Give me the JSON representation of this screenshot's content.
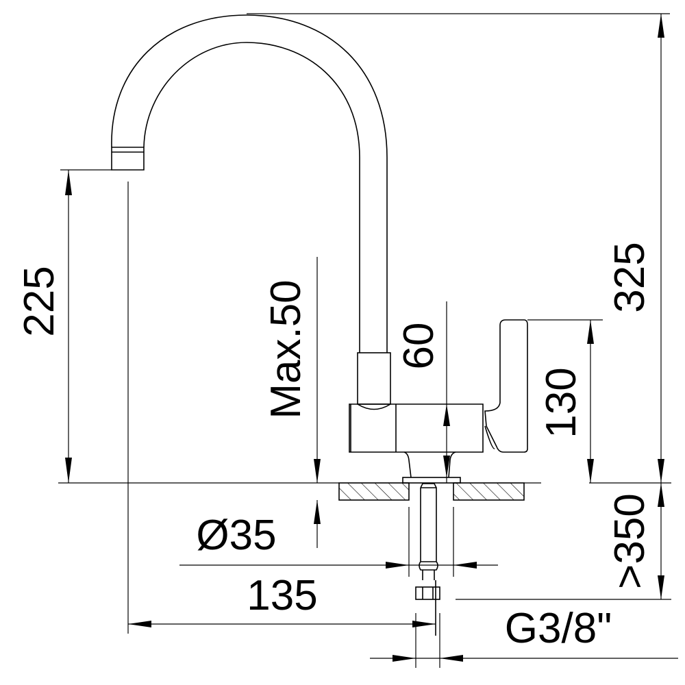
{
  "dimensions": {
    "spout_height": "225",
    "max_counter": "Max.50",
    "body_height": "60",
    "handle_height": "130",
    "total_height": "325",
    "hose_length": ">350",
    "hole_diameter": "Ø35",
    "reach": "135",
    "connection": "G3/8\""
  }
}
